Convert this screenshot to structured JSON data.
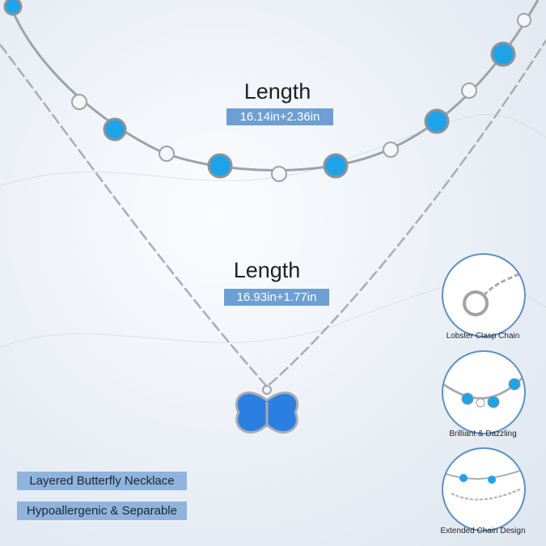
{
  "top_chain": {
    "title": "Length",
    "size": "16.14in+2.36in"
  },
  "bottom_chain": {
    "title": "Length",
    "size": "16.93in+1.77in"
  },
  "features": [
    "Layered Butterfly Necklace",
    "Hypoallergenic & Separable"
  ],
  "details": [
    {
      "label": "Lobster Clasp Chain",
      "icon": "lobster-clasp"
    },
    {
      "label": "Brilliant & Dazzling",
      "icon": "gem-chain"
    },
    {
      "label": "Extended Chain Design",
      "icon": "extender-chain"
    }
  ],
  "colors": {
    "label_box": "#6d9fd3",
    "feature_box": "#8eb4dd",
    "gem": "#1fa3e8",
    "circle_border": "#5a90c8"
  }
}
